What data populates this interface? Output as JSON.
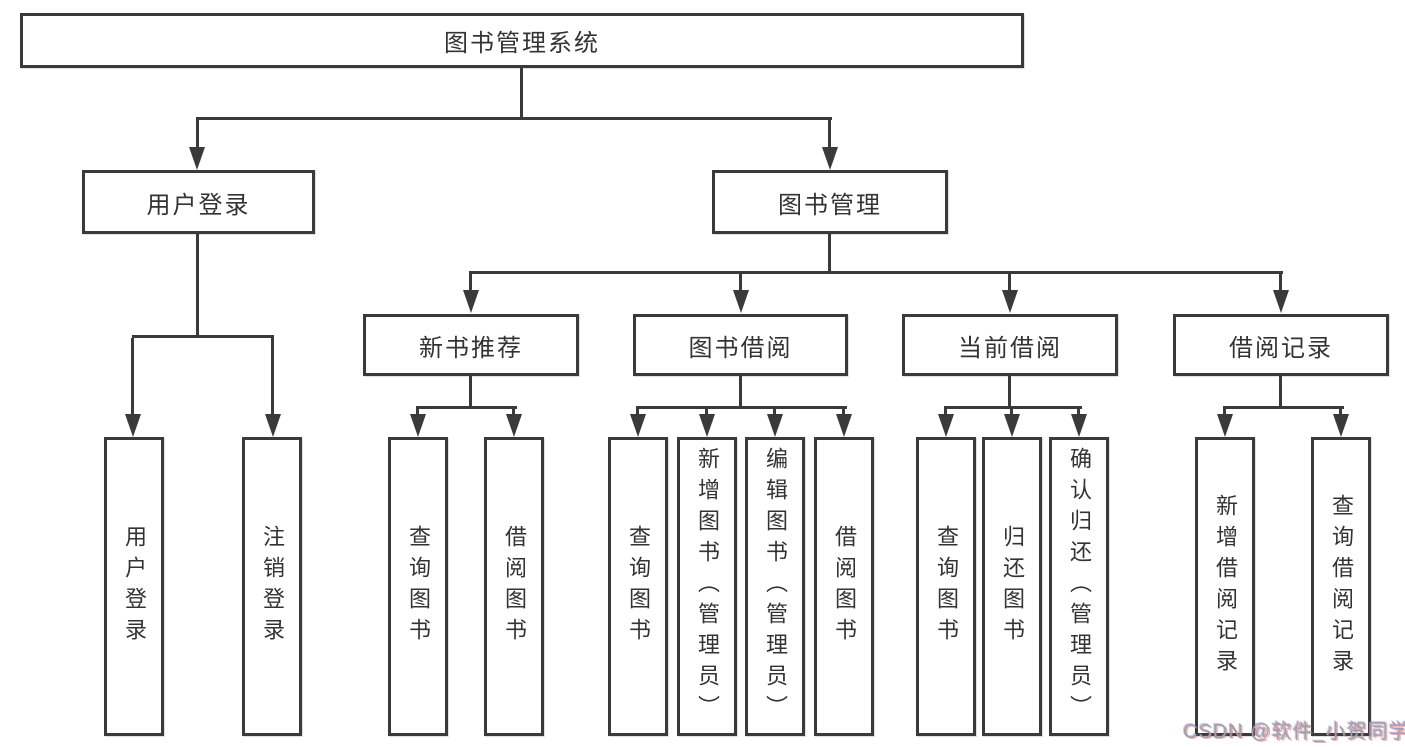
{
  "tree": {
    "root": "图书管理系统",
    "children": [
      {
        "label": "用户登录",
        "children": [
          "用户登录",
          "注销登录"
        ]
      },
      {
        "label": "图书管理",
        "children": [
          {
            "label": "新书推荐",
            "children": [
              "查询图书",
              "借阅图书"
            ]
          },
          {
            "label": "图书借阅",
            "children": [
              "查询图书",
              "新增图书（管理员）",
              "编辑图书（管理员）",
              "借阅图书"
            ]
          },
          {
            "label": "当前借阅",
            "children": [
              "查询图书",
              "归还图书",
              "确认归还（管理员）"
            ]
          },
          {
            "label": "借阅记录",
            "children": [
              "新增借阅记录",
              "查询借阅记录"
            ]
          }
        ]
      }
    ]
  },
  "watermark": {
    "text": "CSDN @软件_小贺同学"
  },
  "colors": {
    "line": "#3a3a3a",
    "text": "#333333",
    "background": "#ffffff",
    "watermark": "#a2a2a6"
  }
}
